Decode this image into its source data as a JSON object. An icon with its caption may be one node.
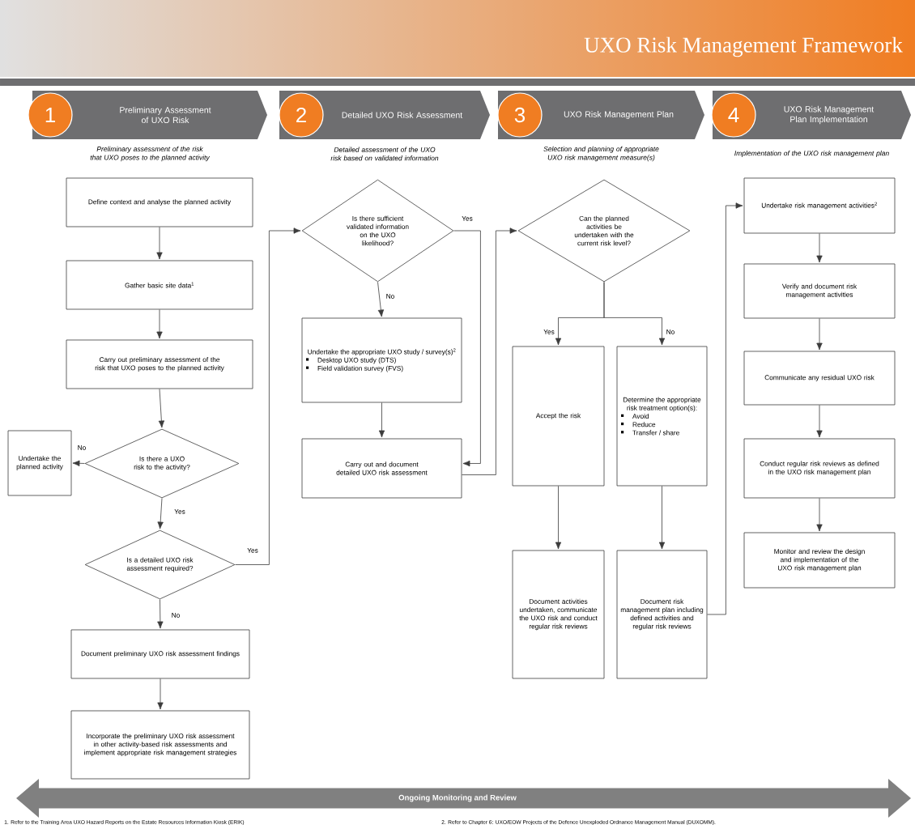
{
  "diagram": {
    "title": "UXO Risk Management Framework",
    "nodes": [
      {
        "text": [
          "1",
          "Preliminary Assessment  of UXO Risk"
        ],
        "beside": [
          "Preliminary assessment of the risk that UXO poses to the planned activity"
        ]
      },
      {
        "text": [
          "2",
          "Detailed UXO Risk Assessment"
        ],
        "beside": [
          "Detailed assessment of the UXO risk based on validated information"
        ]
      },
      {
        "text": [
          "3",
          "UXO Risk Management Plan"
        ],
        "beside": [
          "Selection and planning of appropriate UXO risk management measure(s)"
        ]
      },
      {
        "text": [
          "4",
          "UXO Risk Management Plan Implementation"
        ],
        "beside": [
          "Implementation of the UXO risk management plan"
        ]
      },
      {
        "text": [
          "Define context and analyse the planned activity"
        ]
      },
      {
        "text": [
          "Gather basic site data$^{1}$"
        ]
      },
      {
        "text": [
          "Carry out preliminary assessment of the risk that UXO poses to the planned activity"
        ]
      },
      {
        "text": [
          "Is there a UXO risk to the activity?"
        ]
      },
      {
        "text": [
          "Undertake the planned activity"
        ]
      },
      {
        "text": [
          "Is a detailed UXO risk assessment required?"
        ]
      },
      {
        "text": [
          "Document preliminary UXO risk assessment findings"
        ]
      },
      {
        "text": [
          "Incorporate the preliminary UXO risk assessment in other activity-based risk assessments and implement appropriate risk management strategies"
        ]
      },
      {
        "text": [
          "Is there sufficient validated information on the UXO likelihood?"
        ]
      },
      {
        "text": [
          "Undertake the appropriate UXO study / survey(s)$^{2}$",
          "Desktop UXO study (DTS)",
          "Field validation survey (FVS)"
        ]
      },
      {
        "text": [
          "Carry out and document detailed UXO risk assessment"
        ]
      },
      {
        "text": [
          "Can the planned activities be undertaken with the current risk level?"
        ]
      },
      {
        "text": [
          "Accept the risk"
        ]
      },
      {
        "text": [
          "Determine the appropriate risk treatment option(s):",
          "Avoid",
          "Reduce",
          "Transfer / share"
        ]
      },
      {
        "text": [
          "Document activities undertaken, communicate the UXO risk and conduct regular risk reviews"
        ]
      },
      {
        "text": [
          "Document risk management plan including defined activities and regular risk reviews"
        ]
      },
      {
        "text": [
          "Undertake risk management activities$^{2}$"
        ]
      },
      {
        "text": [
          "Verify and document risk management activities"
        ]
      },
      {
        "text": [
          "Communicate any residual UXO risk"
        ]
      },
      {
        "text": [
          "Conduct regular risk reviews as defined in the UXO risk management plan"
        ]
      },
      {
        "text": [
          "Monitor and review the design and implementation of the UXO risk management plan"
        ]
      },
      {
        "text": [
          "Ongoing Monitoring and Review"
        ]
      }
    ],
    "edges": [
      {
        "from": 4,
        "to": 5,
        "arrow": "to"
      },
      {
        "from": 5,
        "to": 6,
        "arrow": "to"
      },
      {
        "from": 6,
        "to": 7,
        "arrow": "to"
      },
      {
        "from": 7,
        "to": 8,
        "arrow": "to",
        "label": "No"
      },
      {
        "from": 7,
        "to": 9,
        "arrow": "to",
        "label": "Yes"
      },
      {
        "from": 9,
        "to": 12,
        "arrow": "to",
        "label": "Yes"
      },
      {
        "from": 9,
        "to": 10,
        "arrow": "to",
        "label": "No"
      },
      {
        "from": 10,
        "to": 11,
        "arrow": "to"
      },
      {
        "from": 12,
        "to": 13,
        "arrow": "to",
        "label": "No"
      },
      {
        "from": 12,
        "to": 14,
        "arrow": "to",
        "label": "Yes"
      },
      {
        "from": 13,
        "to": 14,
        "arrow": "to"
      },
      {
        "from": 14,
        "to": 15,
        "arrow": "to"
      },
      {
        "from": 15,
        "to": 16,
        "arrow": "to",
        "label": "Yes"
      },
      {
        "from": 15,
        "to": 17,
        "arrow": "to",
        "label": "No"
      },
      {
        "from": 16,
        "to": 18,
        "arrow": "to"
      },
      {
        "from": 17,
        "to": 19,
        "arrow": "to"
      },
      {
        "from": 19,
        "to": 20,
        "arrow": "to"
      },
      {
        "from": 20,
        "to": 21,
        "arrow": "to"
      },
      {
        "from": 21,
        "to": 22,
        "arrow": "to"
      },
      {
        "from": 22,
        "to": 23,
        "arrow": "to"
      },
      {
        "from": 23,
        "to": 24,
        "arrow": "to"
      }
    ],
    "labels": [
      "1. Refer to the Training Area UXO Hazard Reports on the Estate Resources Information Kiosk (ERIK)",
      "2. Refer to Chapter 6: UXO/EOW Projects of the Defence Unexploded Ordnance Management Manual (DUXOMM)."
    ]
  }
}
